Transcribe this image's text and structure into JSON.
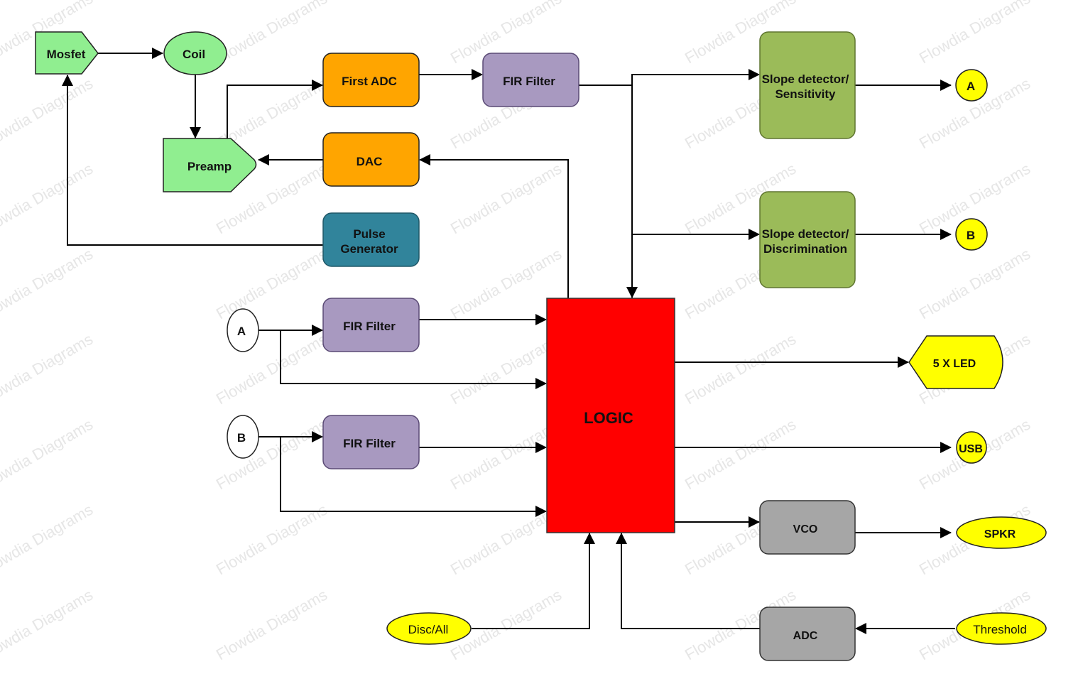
{
  "watermark": "Flowdia Diagrams",
  "colors": {
    "green_light": "#90ee90",
    "orange": "#ffa500",
    "purple": "#a899c0",
    "teal": "#31849b",
    "olive_green": "#9bbb59",
    "red": "#ff0000",
    "yellow": "#ffff00",
    "gray": "#a6a6a6",
    "white": "#ffffff"
  },
  "nodes": {
    "mosfet": "Mosfet",
    "coil": "Coil",
    "preamp": "Preamp",
    "first_adc": "First ADC",
    "fir_filter_top": "FIR Filter",
    "dac": "DAC",
    "pulse_generator": [
      "Pulse",
      "Generator"
    ],
    "slope_sensitivity": [
      "Slope detector/",
      "Sensitivity"
    ],
    "slope_discrimination": [
      "Slope detector/",
      "Discrimination"
    ],
    "out_a": "A",
    "out_b": "B",
    "in_a": "A",
    "in_b": "B",
    "fir_filter_a": "FIR Filter",
    "fir_filter_b": "FIR Filter",
    "logic": "LOGIC",
    "led": "5 X LED",
    "usb": "USB",
    "vco": "VCO",
    "spkr": "SPKR",
    "disc_all": "Disc/All",
    "adc": "ADC",
    "threshold": "Threshold"
  }
}
